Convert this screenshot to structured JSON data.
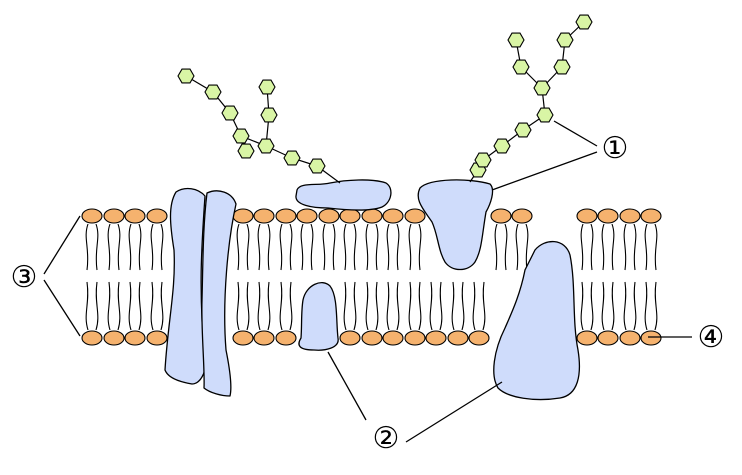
{
  "labels": {
    "one": "①",
    "two": "②",
    "three": "③",
    "four": "④"
  },
  "colors": {
    "head_fill": "#f5b26e",
    "protein_fill": "#cfdcfb",
    "sugar_fill": "#d9f5a5",
    "stroke": "#000000"
  }
}
